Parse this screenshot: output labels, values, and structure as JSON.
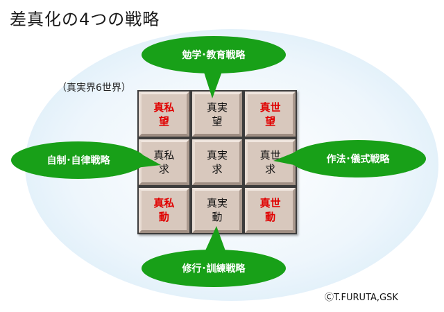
{
  "title": "差真化の4つの戦略",
  "subtitle": "（真実界6世界）",
  "grid": {
    "cells": [
      {
        "line1": "真私",
        "line2": "望",
        "tone": "red"
      },
      {
        "line1": "真実",
        "line2": "望",
        "tone": "black"
      },
      {
        "line1": "真世",
        "line2": "望",
        "tone": "red"
      },
      {
        "line1": "真私",
        "line2": "求",
        "tone": "black"
      },
      {
        "line1": "真実",
        "line2": "求",
        "tone": "black"
      },
      {
        "line1": "真世",
        "line2": "求",
        "tone": "black"
      },
      {
        "line1": "真私",
        "line2": "動",
        "tone": "red"
      },
      {
        "line1": "真実",
        "line2": "動",
        "tone": "black"
      },
      {
        "line1": "真世",
        "line2": "動",
        "tone": "red"
      }
    ]
  },
  "strategies": {
    "top": "勉学･教育戦略",
    "left": "自制･自律戦略",
    "right": "作法･儀式戦略",
    "bottom": "修行･訓練戦略"
  },
  "copyright": "ⒸT.FURUTA,GSK",
  "colors": {
    "bubble": "#18a018",
    "cell": "#d8c8bd",
    "highlight_text": "#e00000"
  }
}
